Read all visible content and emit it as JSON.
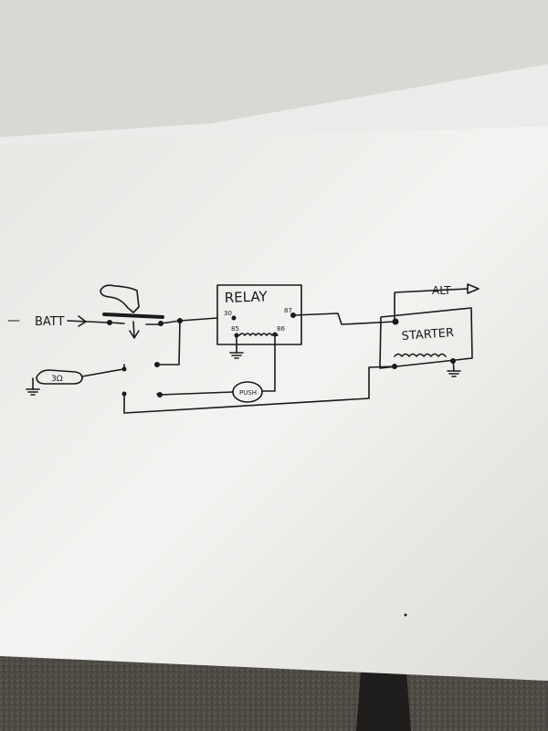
{
  "diagram": {
    "battery_label": "BATT",
    "battery_prefix": "—",
    "relay_title": "RELAY",
    "relay_pin_in": "30",
    "relay_pin_out": "87",
    "relay_pin_ground": "85",
    "relay_pin_trigger": "86",
    "starter_label": "STARTER",
    "alternator_label": "ALT",
    "resistor_label": "3Ω",
    "button_label": "PUSH"
  },
  "colors": {
    "paper": "#f4f3f0",
    "ink": "#1a1a1a",
    "floor": "#4a4842"
  }
}
